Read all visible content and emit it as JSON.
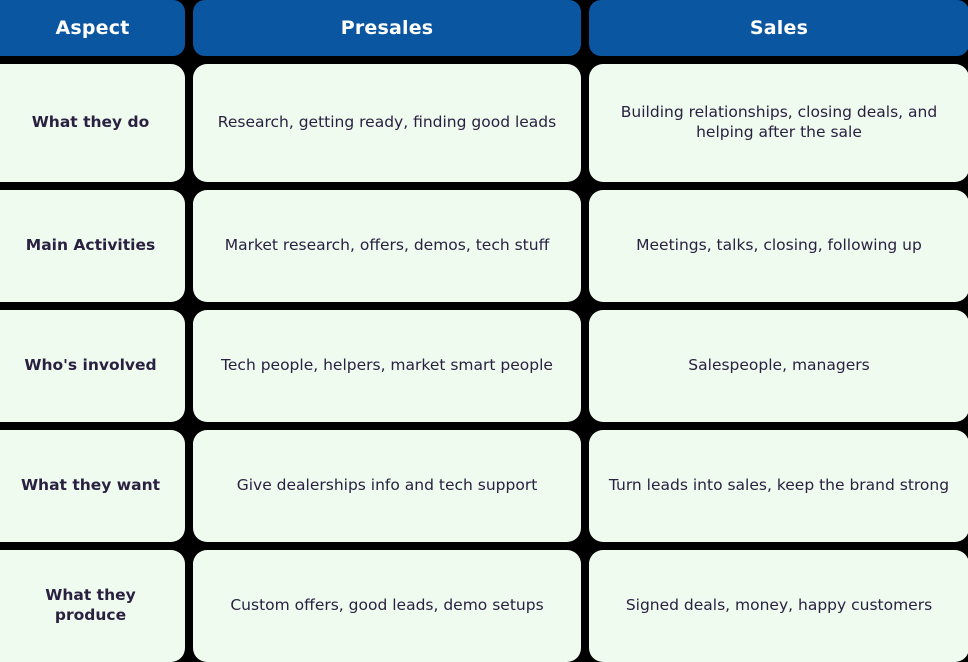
{
  "theme": {
    "page_background": "#000000",
    "header_background": "#0a56a0",
    "header_text": "#ffffff",
    "cell_background": "#effbef",
    "cell_text": "#2a2141"
  },
  "table": {
    "columns": [
      {
        "key": "aspect",
        "label": "Aspect"
      },
      {
        "key": "presales",
        "label": "Presales"
      },
      {
        "key": "sales",
        "label": "Sales"
      }
    ],
    "rows": [
      {
        "aspect": "What they do",
        "presales": "Research, getting ready, finding good leads",
        "sales": "Building relationships, closing deals, and helping after the sale"
      },
      {
        "aspect": "Main Activities",
        "presales": "Market research, offers, demos, tech stuff",
        "sales": "Meetings, talks, closing, following up"
      },
      {
        "aspect": "Who's involved",
        "presales": "Tech people, helpers, market smart people",
        "sales": "Salespeople, managers"
      },
      {
        "aspect": "What they want",
        "presales": "Give dealerships info and tech support",
        "sales": "Turn leads into sales, keep the brand strong"
      },
      {
        "aspect": "What they produce",
        "presales": "Custom offers, good leads, demo setups",
        "sales": "Signed deals, money, happy customers"
      }
    ]
  }
}
